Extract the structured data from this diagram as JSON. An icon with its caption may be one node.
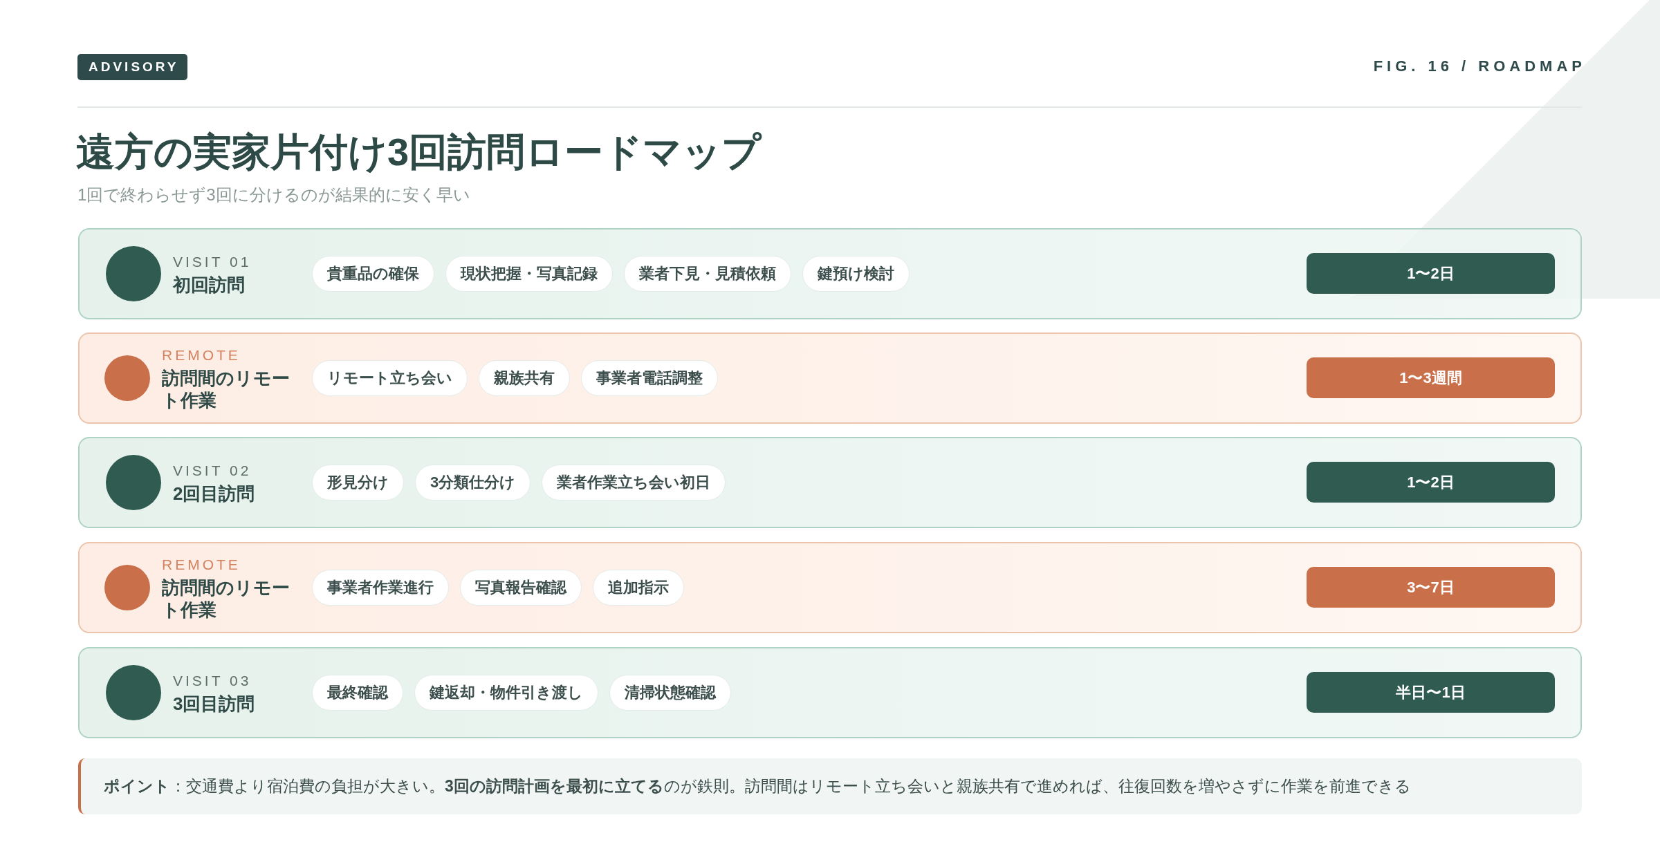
{
  "diagram": {
    "title": "遠方の実家片付け**3回訪問ロードマップ**",
    "nodes": [
      {
        "text": [
          "VISIT 01",
          "初回訪問"
        ]
      },
      {
        "text": [
          "貴重品の確保"
        ],
        "in": 0
      },
      {
        "text": [
          "現状把握・写真記録"
        ],
        "in": 0
      },
      {
        "text": [
          "業者下見・見積依頼"
        ],
        "in": 0
      },
      {
        "text": [
          "鍵預け検討"
        ],
        "in": 0
      },
      {
        "text": [
          "1〜2日"
        ],
        "in": 0
      },
      {
        "text": [
          "REMOTE",
          "訪問間のリモート作業"
        ]
      },
      {
        "text": [
          "リモート立ち会い"
        ],
        "in": 6
      },
      {
        "text": [
          "親族共有"
        ],
        "in": 6
      },
      {
        "text": [
          "事業者電話調整"
        ],
        "in": 6
      },
      {
        "text": [
          "1〜3週間"
        ],
        "in": 6
      },
      {
        "text": [
          "VISIT 02",
          "2回目訪問"
        ]
      },
      {
        "text": [
          "形見分け"
        ],
        "in": 11
      },
      {
        "text": [
          "3分類仕分け"
        ],
        "in": 11
      },
      {
        "text": [
          "業者作業立ち会い初日"
        ],
        "in": 11
      },
      {
        "text": [
          "1〜2日"
        ],
        "in": 11
      },
      {
        "text": [
          "REMOTE",
          "訪問間のリモート作業"
        ]
      },
      {
        "text": [
          "事業者作業進行"
        ],
        "in": 16
      },
      {
        "text": [
          "写真報告確認"
        ],
        "in": 16
      },
      {
        "text": [
          "追加指示"
        ],
        "in": 16
      },
      {
        "text": [
          "3〜7日"
        ],
        "in": 16
      },
      {
        "text": [
          "VISIT 03",
          "3回目訪問"
        ]
      },
      {
        "text": [
          "最終確認"
        ],
        "in": 21
      },
      {
        "text": [
          "鍵返却・物件引き渡し"
        ],
        "in": 21
      },
      {
        "text": [
          "清掃状態確認"
        ],
        "in": 21
      },
      {
        "text": [
          "半日〜1日"
        ],
        "in": 21
      },
      {
        "text": [
          "**ポイント**：交通費より宿泊費の負担が大きい。**3回の訪問計画を最初に立てる**のが鉄則。訪問間はリモート立ち会いと親族共有で進めれば、往復回数を増やさずに作業を前進できる"
        ]
      }
    ],
    "labels": [
      "ADVISORY",
      "FIG. 16 / ROADMAP",
      "1回で終わらせず3回に分けるのが結果的に安く早い"
    ]
  }
}
